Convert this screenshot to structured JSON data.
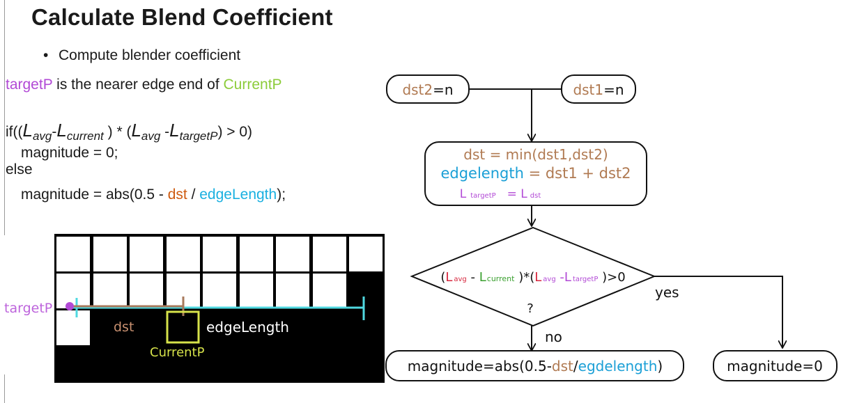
{
  "slide": {
    "title": "Calculate Blend Coefficient",
    "bullet": "Compute blender coefficient",
    "target_line": {
      "part1": "targetP",
      "part2": " is the nearer edge end of ",
      "part3": "CurrentP"
    },
    "code": {
      "if_open": "if((",
      "l_avg": "L",
      "sub_avg": "avg",
      "minus": "-",
      "l_current": "L",
      "sub_current": "current",
      "mul": " ) * (",
      "l_avg2": "L",
      "sub_avg2": "avg",
      "minus2": " -",
      "l_target": "L",
      "sub_target": "targetP",
      "if_close": ") > 0)",
      "mag_zero": "magnitude = 0;",
      "else": "else",
      "mag_prefix": "magnitude = abs(0.5 - ",
      "mag_dst": "dst",
      "mag_slash": " / ",
      "mag_edge": "edgeLength",
      "mag_suffix": ");"
    }
  },
  "grid_image": {
    "label_target": "targetP",
    "label_dst": "dst",
    "label_edge": "edgeLength",
    "label_current": "CurrentP"
  },
  "flowchart": {
    "dst2": {
      "a": "dst2",
      "b": "=n"
    },
    "dst1": {
      "a": "dst1",
      "b": "=n"
    },
    "process": {
      "line1": "dst = min(dst1,dst2)",
      "line2_a": "edgelength",
      "line2_b": " = dst1 + dst2",
      "line3_L": "L",
      "line3_sub": "targetP",
      "line3_eq": "= L",
      "line3_sub2": "dst"
    },
    "decision": {
      "open": "(",
      "L1": "L",
      "sub_avg": "avg",
      "minus": " - ",
      "L2": "L",
      "sub_current": "current",
      "mul": " )*(",
      "L3": "L",
      "sub_avg2": "avg",
      "minus2": " -",
      "L4": "L",
      "sub_target": "targetP",
      "close": " )>0",
      "question": "?"
    },
    "yes_label": "yes",
    "no_label": "no",
    "result_no": {
      "a": "magnitude=abs(0.5-",
      "b": "dst",
      "c": "/",
      "d": "egdelength",
      "e": ")"
    },
    "result_yes": "magnitude=0"
  },
  "colors": {
    "purple": "#b24ad6",
    "green": "#8ccc3a",
    "orange": "#cf5b10",
    "cyan": "#1ab0e0",
    "tan": "#b07a52",
    "red": "#d7263d",
    "green_dark": "#3aa02f"
  }
}
